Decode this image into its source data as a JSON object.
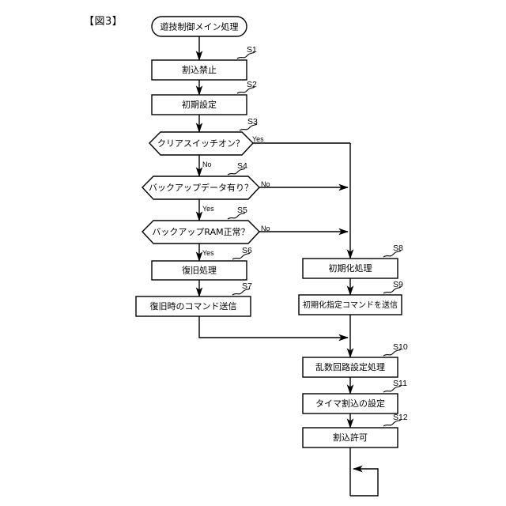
{
  "figure": {
    "label": "【図3】",
    "title": "遊技制御メイン処理"
  },
  "nodes": {
    "start": {
      "id": "start",
      "text": "遊技制御メイン処理",
      "shape": "terminator"
    },
    "s1": {
      "id": "S1",
      "text": "割込禁止",
      "shape": "process"
    },
    "s2": {
      "id": "S2",
      "text": "初期設定",
      "shape": "process"
    },
    "s3": {
      "id": "S3",
      "text": "クリアスイッチオン？",
      "shape": "decision"
    },
    "s4": {
      "id": "S4",
      "text": "バックアップデータ有り？",
      "shape": "decision"
    },
    "s5": {
      "id": "S5",
      "text": "バックアップRAM正常？",
      "shape": "decision"
    },
    "s6": {
      "id": "S6",
      "text": "復旧処理",
      "shape": "process"
    },
    "s7": {
      "id": "S7",
      "text": "復旧時のコマンド送信",
      "shape": "process"
    },
    "s8": {
      "id": "S8",
      "text": "初期化処理",
      "shape": "process"
    },
    "s9": {
      "id": "S9",
      "text": "初期化指定コマンドを送信",
      "shape": "process"
    },
    "s10": {
      "id": "S10",
      "text": "乱数回路設定処理",
      "shape": "process"
    },
    "s11": {
      "id": "S11",
      "text": "タイマ割込の設定",
      "shape": "process"
    },
    "s12": {
      "id": "S12",
      "text": "割込許可",
      "shape": "process"
    }
  },
  "edge_labels": {
    "s3_yes": "Yes",
    "s3_no": "No",
    "s4_no": "No",
    "s4_yes": "Yes",
    "s5_no": "No",
    "s5_yes": "Yes"
  },
  "colors": {
    "stroke": "#000000",
    "fill": "#ffffff",
    "background": "#ffffff"
  }
}
